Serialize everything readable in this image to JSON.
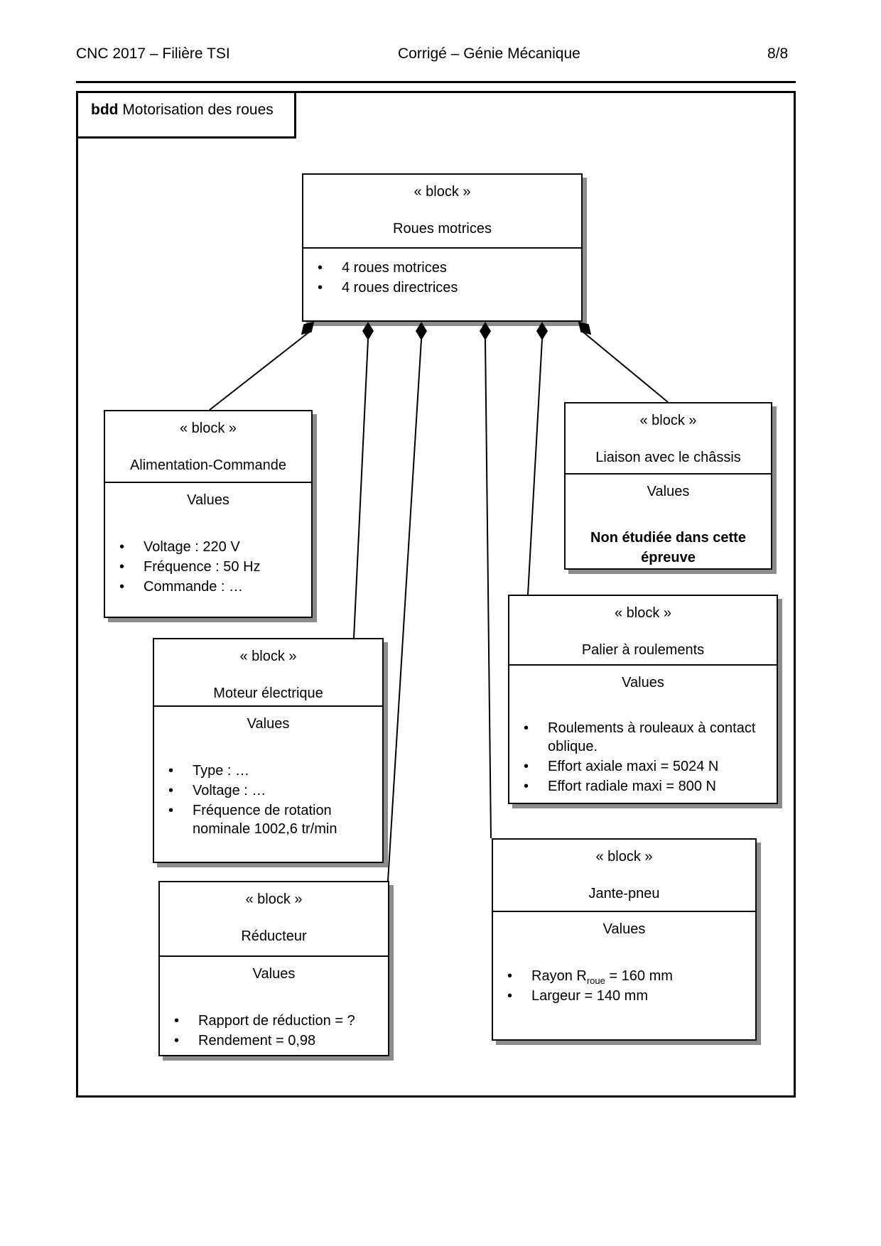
{
  "header": {
    "left": "CNC 2017 – Filière TSI",
    "center": "Corrigé – Génie Mécanique",
    "page": "8/8"
  },
  "diagram": {
    "frame_label": {
      "keyword": "bdd",
      "name": " Motorisation des roues"
    },
    "connector_type": "composition",
    "blocks": {
      "roues_motrices": {
        "stereotype": "« block »",
        "name": "Roues motrices",
        "items": [
          "4 roues motrices",
          "4 roues directrices"
        ]
      },
      "alimentation_commande": {
        "stereotype": "« block »",
        "name": "Alimentation-Commande",
        "values_label": "Values",
        "items": [
          "Voltage : 220 V",
          "Fréquence : 50 Hz",
          "Commande : …"
        ]
      },
      "liaison_chassis": {
        "stereotype": "« block »",
        "name": "Liaison avec le châssis",
        "values_label": "Values",
        "note": "Non étudiée dans cette épreuve"
      },
      "moteur_electrique": {
        "stereotype": "« block »",
        "name": "Moteur électrique",
        "values_label": "Values",
        "items": [
          "Type : …",
          "Voltage : …",
          "Fréquence de rotation nominale 1002,6 tr/min"
        ]
      },
      "palier_roulements": {
        "stereotype": "« block »",
        "name": "Palier à roulements",
        "values_label": "Values",
        "items": [
          "Roulements à rouleaux à contact oblique.",
          "Effort axiale maxi = 5024 N",
          "Effort radiale maxi = 800 N"
        ]
      },
      "reducteur": {
        "stereotype": "« block »",
        "name": "Réducteur",
        "values_label": "Values",
        "items": [
          "Rapport de réduction = ?",
          "Rendement = 0,98"
        ]
      },
      "jante_pneu": {
        "stereotype": "« block »",
        "name": "Jante-pneu",
        "values_label": "Values",
        "rayon_item": {
          "pre": "Rayon R",
          "sub": "roue",
          "post": " = 160 mm"
        },
        "items": [
          "Largeur = 140 mm"
        ]
      }
    }
  },
  "colors": {
    "ink": "#000000",
    "paper": "#ffffff",
    "shadow": "#8c8c8c"
  }
}
